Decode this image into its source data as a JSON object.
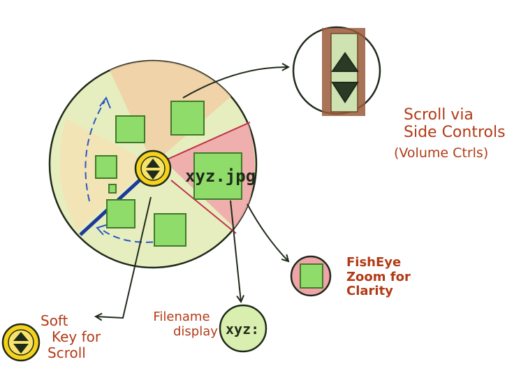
{
  "diagram": {
    "main_thumbnail_label": "xyz.jpg",
    "filename_bubble_label": "xyz:",
    "annotations": {
      "side_controls": [
        "Scroll via",
        "Side Controls",
        "(Volume Ctrls)"
      ],
      "fisheye": [
        "FishEye",
        "Zoom for",
        "Clarity"
      ],
      "soft_key": [
        "Soft",
        "Key for",
        "Scroll"
      ],
      "filename": [
        "Filename",
        "display"
      ]
    },
    "colors": {
      "ink": "#1f2a1a",
      "annotation_text": "#b23a16",
      "thumbnail_green": "#8fdc6a",
      "thumbnail_border": "#3f7a2a",
      "disc_fill": "#e6eec0",
      "disc_warm": "#f3c9a0",
      "fisheye_pink": "#f0a3a8",
      "soft_key_yellow": "#f6d21c",
      "side_bar_brown": "#9a5a3a",
      "scroll_line_blue": "#1c3a9a",
      "dashed_blue": "#2a57c4"
    }
  }
}
